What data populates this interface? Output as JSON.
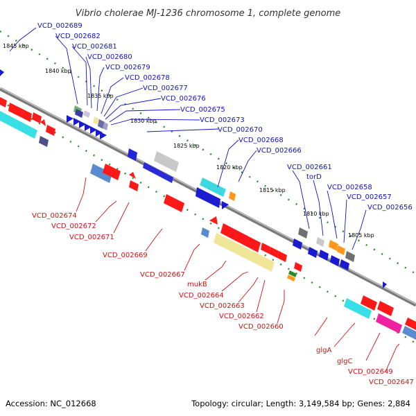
{
  "title": "Vibrio cholerae MJ-1236 chromosome 1, complete genome",
  "footer": {
    "accession": "Accession: NC_012668",
    "summary": "Topology: circular; Length: 3,149,584 bp; Genes: 2,884"
  },
  "kbp_ticks": [
    "1845 kbp",
    "1840 kbp",
    "1835 kbp",
    "1830 kbp",
    "1825 kbp",
    "1820 kbp",
    "1815 kbp",
    "1810 kbp",
    "1805 kbp"
  ],
  "top_labels": [
    "VCD_002689",
    "VCD_002682",
    "VCD_002681",
    "VCD_002680",
    "VCD_002679",
    "VCD_002678",
    "VCD_002677",
    "VCD_002676",
    "VCD_002675",
    "VCD_002673",
    "VCD_002670",
    "VCD_002668",
    "VCD_002666",
    "VCD_002661",
    "torD",
    "VCD_002658",
    "VCD_002657",
    "VCD_002656"
  ],
  "bottom_labels": [
    "VCD_002674",
    "VCD_002672",
    "VCD_002671",
    "VCD_002669",
    "VCD_002667",
    "mukB",
    "VCD_002664",
    "VCD_002663",
    "VCD_002662",
    "VCD_002660",
    "glgA",
    "glgC",
    "VCD_002649",
    "VCD_002647"
  ],
  "colors": {
    "forward_label": "#1010c8",
    "reverse_label": "#d01010",
    "backbone": "#8a8a8a",
    "tick_dots": "#2a8a2a"
  }
}
